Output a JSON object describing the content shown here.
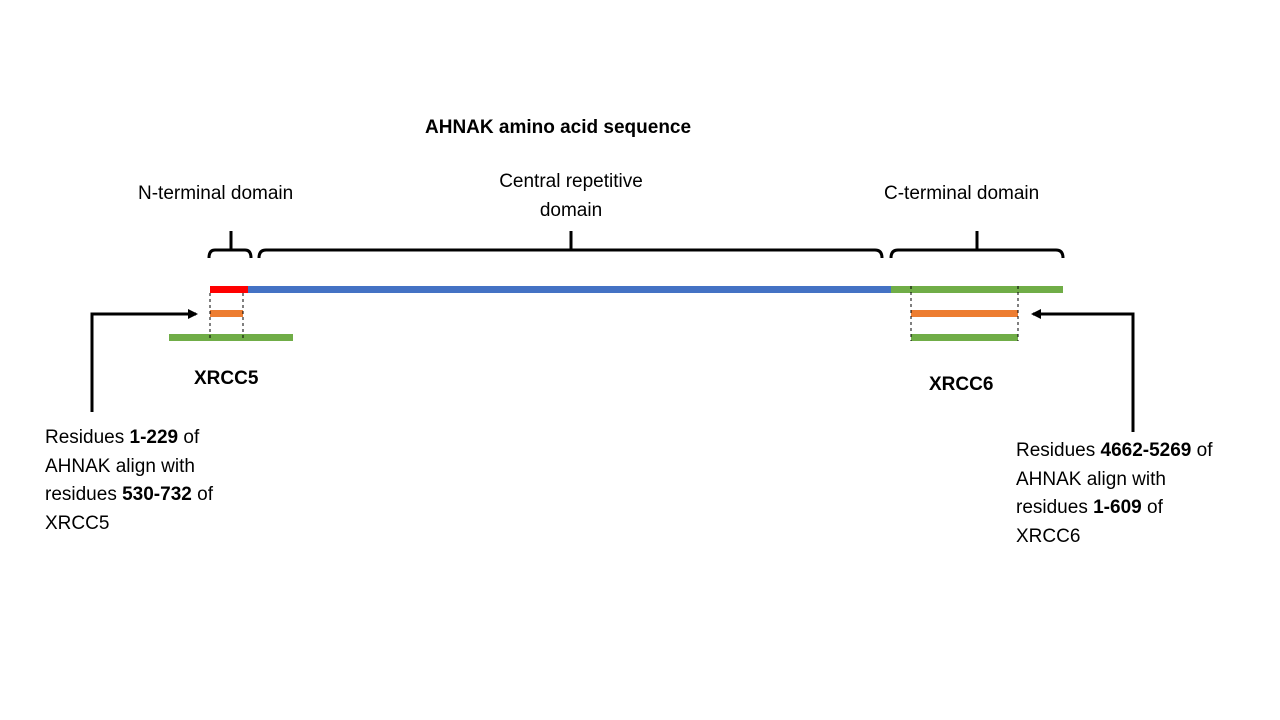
{
  "title": "AHNAK amino acid sequence",
  "domains": {
    "n_terminal": "N-terminal domain",
    "central_line1": "Central repetitive",
    "central_line2": "domain",
    "c_terminal": "C-terminal domain"
  },
  "proteins": {
    "left": "XRCC5",
    "right": "XRCC6"
  },
  "colors": {
    "n_terminal_segment": "#ff0000",
    "central_segment": "#4472c4",
    "c_terminal_segment": "#70ad47",
    "alignment_bar": "#ed7d31",
    "partner_protein_bar": "#70ad47",
    "bracket": "#000000"
  },
  "annotations": {
    "left": {
      "part1": "Residues ",
      "range1": "1-229",
      "part2": " of",
      "line2": "AHNAK align with",
      "part3": "residues ",
      "range2": "530-732",
      "part4": " of",
      "line4": "XRCC5"
    },
    "right": {
      "part1": "Residues ",
      "range1": "4662-5269",
      "part2": " of",
      "line2": "AHNAK align with",
      "part3": "residues ",
      "range2": "1-609",
      "part4": " of",
      "line4": "XRCC6"
    }
  }
}
